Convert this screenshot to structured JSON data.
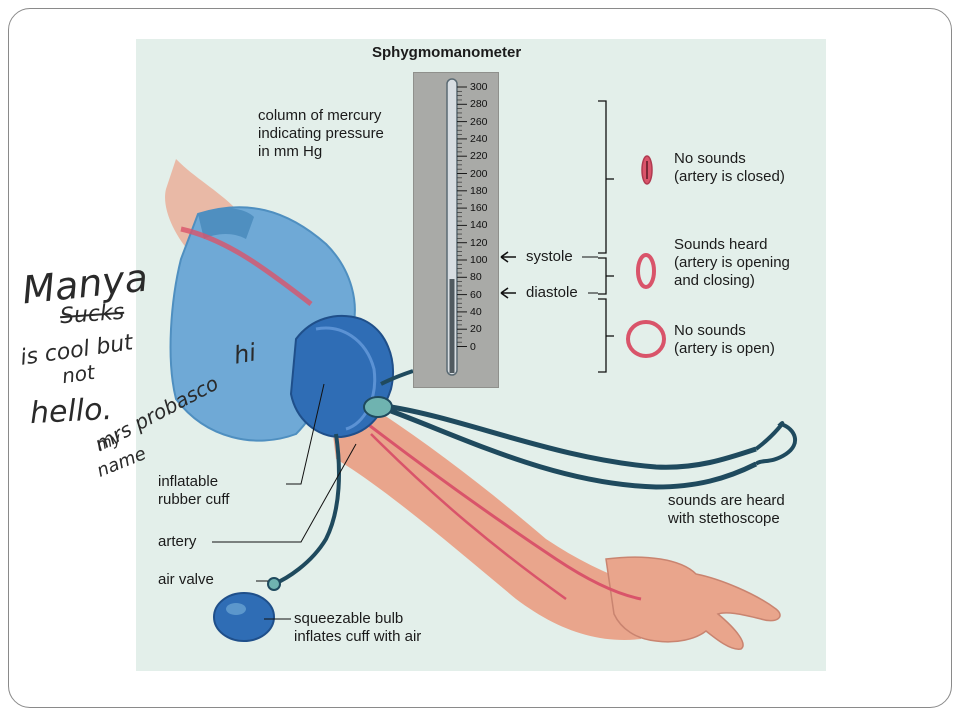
{
  "diagram": {
    "title": "Sphygmomanometer",
    "mercury_label": "column of mercury\nindicating pressure\nin mm Hg",
    "scale_ticks": [
      "300",
      "280",
      "260",
      "240",
      "220",
      "200",
      "180",
      "160",
      "140",
      "120",
      "100",
      "80",
      "60",
      "40",
      "20",
      "0"
    ],
    "systole_label": "systole",
    "diastole_label": "diastole",
    "states": [
      {
        "text": "No sounds\n(artery is closed)"
      },
      {
        "text": "Sounds heard\n(artery is opening\nand closing)"
      },
      {
        "text": "No sounds\n(artery is open)"
      }
    ],
    "cuff_label": "inflatable\nrubber cuff",
    "artery_label": "artery",
    "valve_label": "air valve",
    "bulb_label": "squeezable bulb\ninflates cuff with air",
    "stethoscope_label": "sounds are heard\nwith stethoscope",
    "colors": {
      "background": "#e3efea",
      "sleeve": "#6fa9d6",
      "cuff": "#2f6db5",
      "tube": "#1f4a5e",
      "skin": "#e9a58c",
      "artery": "#d9546a",
      "gauge": "#a9aaa7"
    }
  },
  "annotations": {
    "line1": "Manya",
    "line2": "Sucks",
    "line3": "is cool but",
    "line4": "not",
    "line5": "hello.",
    "line6": "my",
    "line7": "name",
    "line8": "mrs probasco",
    "line9": "hi"
  }
}
